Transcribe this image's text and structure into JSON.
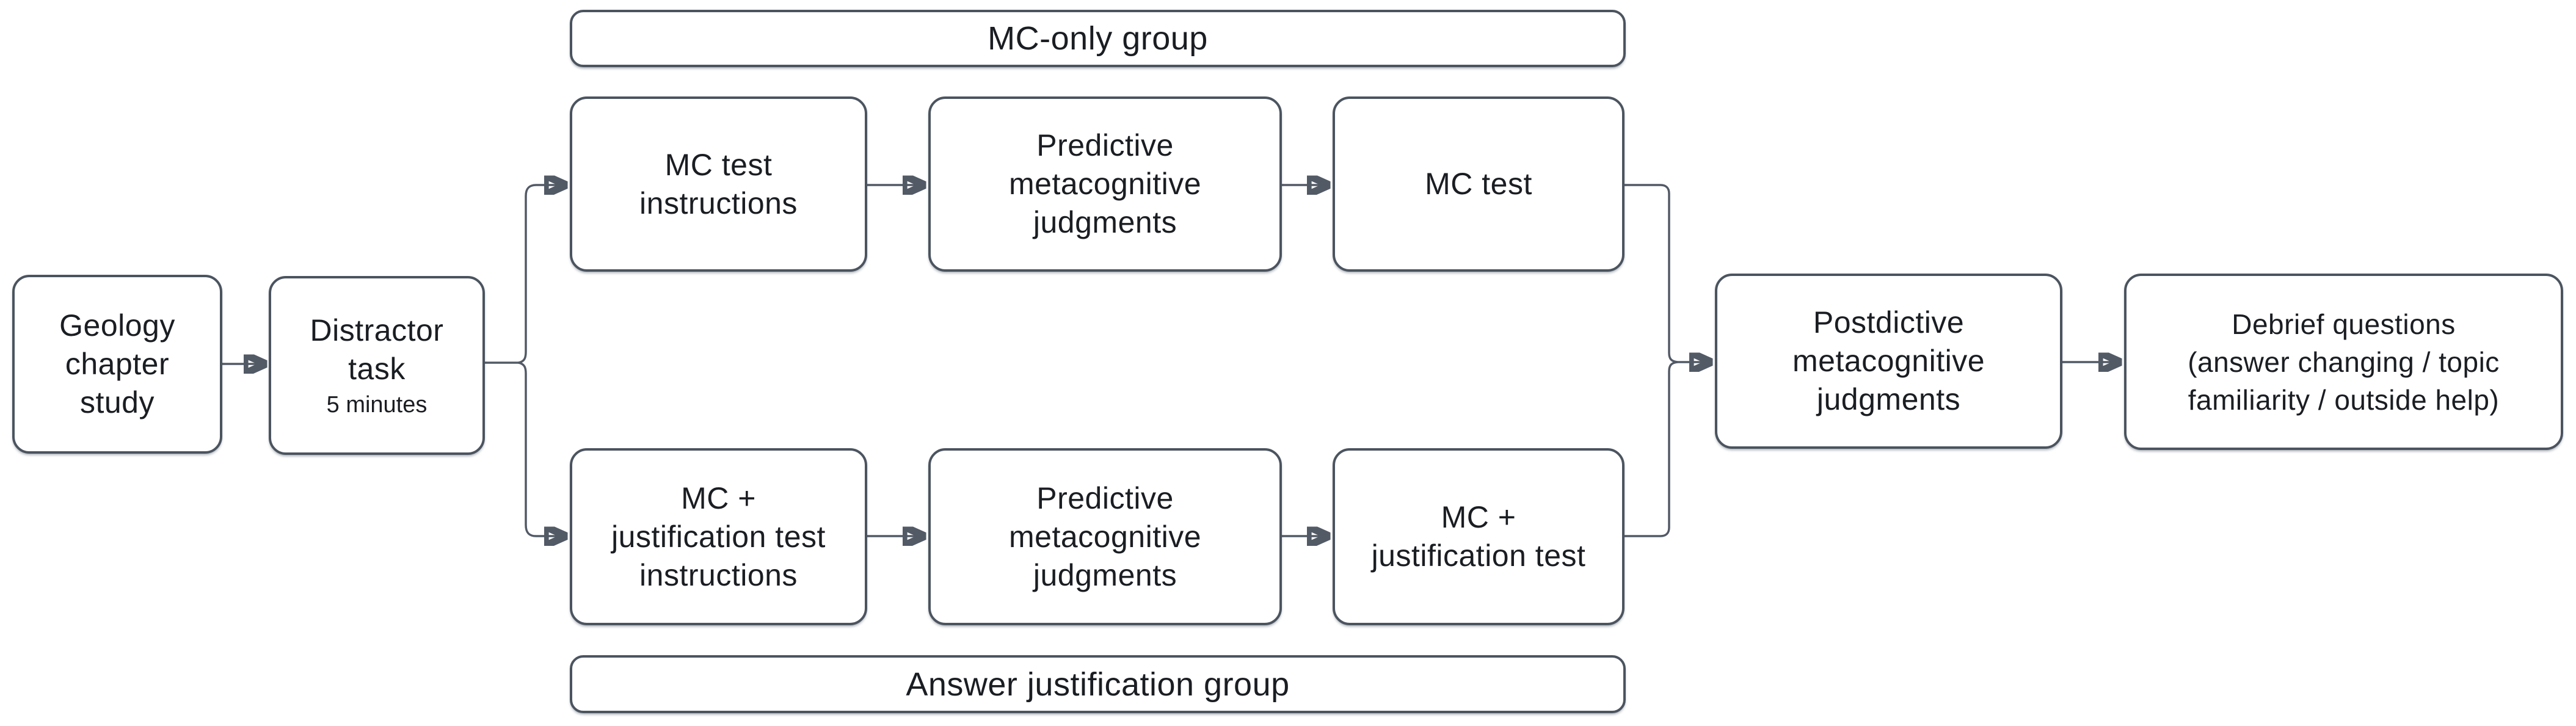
{
  "diagram": {
    "title_hint": "Experiment procedure flowchart",
    "colors": {
      "background": "#ffffff",
      "box_border": "#4b545f",
      "text": "#1a1d22",
      "connector": "#525a66",
      "arrowhead": "#3a434f"
    },
    "banners": {
      "top": "MC-only group",
      "bottom": "Answer justification group"
    },
    "nodes": {
      "geology": {
        "label": "Geology\nchapter\nstudy"
      },
      "distractor": {
        "label": "Distractor\ntask",
        "sublabel": "5 minutes"
      },
      "mc_test_instructions": {
        "label": "MC test\ninstructions"
      },
      "predictive_top": {
        "label": "Predictive\nmetacognitive\njudgments"
      },
      "mc_test": {
        "label": "MC test"
      },
      "mc_justification_instructions": {
        "label": "MC +\njustification test\ninstructions"
      },
      "predictive_bottom": {
        "label": "Predictive\nmetacognitive\njudgments"
      },
      "mc_justification_test": {
        "label": "MC +\njustification test"
      },
      "postdictive": {
        "label": "Postdictive\nmetacognitive\njudgments"
      },
      "debrief": {
        "label": "Debrief questions\n(answer changing / topic\nfamiliarity / outside help)"
      }
    }
  }
}
